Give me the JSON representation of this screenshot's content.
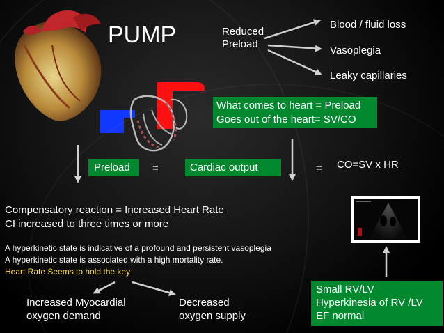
{
  "title": "PUMP",
  "reduced_preload": [
    "Reduced",
    "Preload"
  ],
  "causes": [
    "Blood / fluid loss",
    "Vasoplegia",
    "Leaky capillaries"
  ],
  "definition": [
    "What comes to heart = Preload",
    "Goes out of the heart= SV/CO"
  ],
  "equation": {
    "preload": "Preload",
    "eq1": "=",
    "cardiac_output": "Cardiac output",
    "eq2": "=",
    "formula": "CO=SV x HR"
  },
  "compensation": [
    "Compensatory reaction  = Increased Heart Rate",
    "CI increased to three times or more"
  ],
  "hyperkinetic": [
    "A hyperkinetic state is indicative of a profound and persistent vasoplegia",
    "A hyperkinetic state is associated with a high mortality rate."
  ],
  "key": "Heart Rate Seems to hold the key",
  "outcomes": {
    "left": [
      "Increased Myocardial",
      "oxygen demand"
    ],
    "right": [
      "Decreased",
      "oxygen supply"
    ]
  },
  "echo_findings": [
    "Small RV/LV",
    "Hyperkinesia of RV /LV",
    "EF normal"
  ],
  "colors": {
    "green": "#00882e",
    "yellow": "#ffe14a",
    "arrow": "#cfcfcf"
  }
}
